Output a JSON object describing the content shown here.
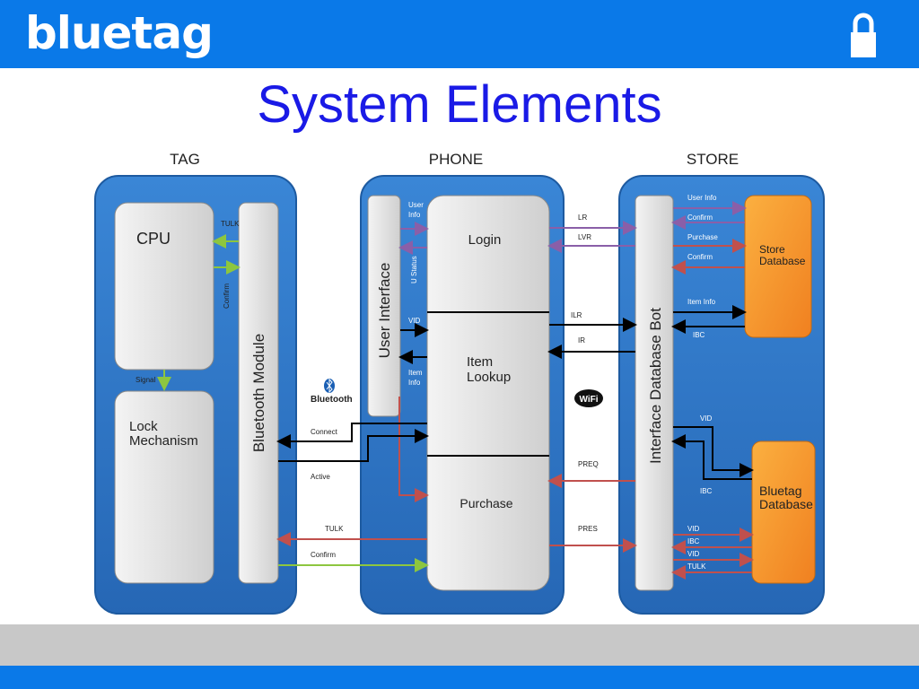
{
  "header": {
    "logo_text": "bluetag",
    "lock_icon": "padlock-icon",
    "brand_color": "#0a79e8"
  },
  "slide": {
    "title": "System Elements",
    "title_color": "#1a1ae6"
  },
  "diagram": {
    "sections": {
      "tag": "TAG",
      "phone": "PHONE",
      "store": "STORE"
    },
    "tag": {
      "cpu": "CPU",
      "lock_mechanism_line1": "Lock",
      "lock_mechanism_line2": "Mechanism",
      "bluetooth_module": "Bluetooth Module",
      "signal": "Signal",
      "tulk": "TULK",
      "confirm": "Confirm"
    },
    "phone": {
      "user_interface": "User Interface",
      "login": "Login",
      "item_lookup_line1": "Item",
      "item_lookup_line2": "Lookup",
      "purchase": "Purchase",
      "user_info_line1": "User",
      "user_info_line2": "Info",
      "u_status": "U Status",
      "vid": "VID",
      "item_info_line1": "Item",
      "item_info_line2": "Info"
    },
    "store": {
      "interface_database_bot": "Interface Database Bot",
      "store_database_line1": "Store",
      "store_database_line2": "Database",
      "bluetag_database_line1": "Bluetag",
      "bluetag_database_line2": "Database",
      "user_info": "User Info",
      "confirm_1": "Confirm",
      "purchase": "Purchase",
      "confirm_2": "Confirm",
      "item_info": "Item Info",
      "ibc_1": "IBC",
      "vid_1": "VID",
      "ibc_2": "IBC",
      "vid_2": "VID",
      "ibc_3": "IBC",
      "vid_3": "VID",
      "tulk": "TULK"
    },
    "links": {
      "lr": "LR",
      "lvr": "LVR",
      "ilr": "ILR",
      "ir": "IR",
      "preq": "PREQ",
      "pres": "PRES",
      "connect": "Connect",
      "active": "Active",
      "tulk": "TULK",
      "confirm": "Confirm"
    },
    "bluetooth_logo_text": "Bluetooth",
    "wifi_logo_text": "WiFi",
    "colors": {
      "panel_blue": "#2f78c8",
      "box_gray": "#e6e6e6",
      "orange": "#f7941d",
      "arrow_purple": "#8a5fa8",
      "arrow_red": "#c0504d",
      "arrow_green": "#8dc63f",
      "arrow_black": "#000000"
    }
  }
}
